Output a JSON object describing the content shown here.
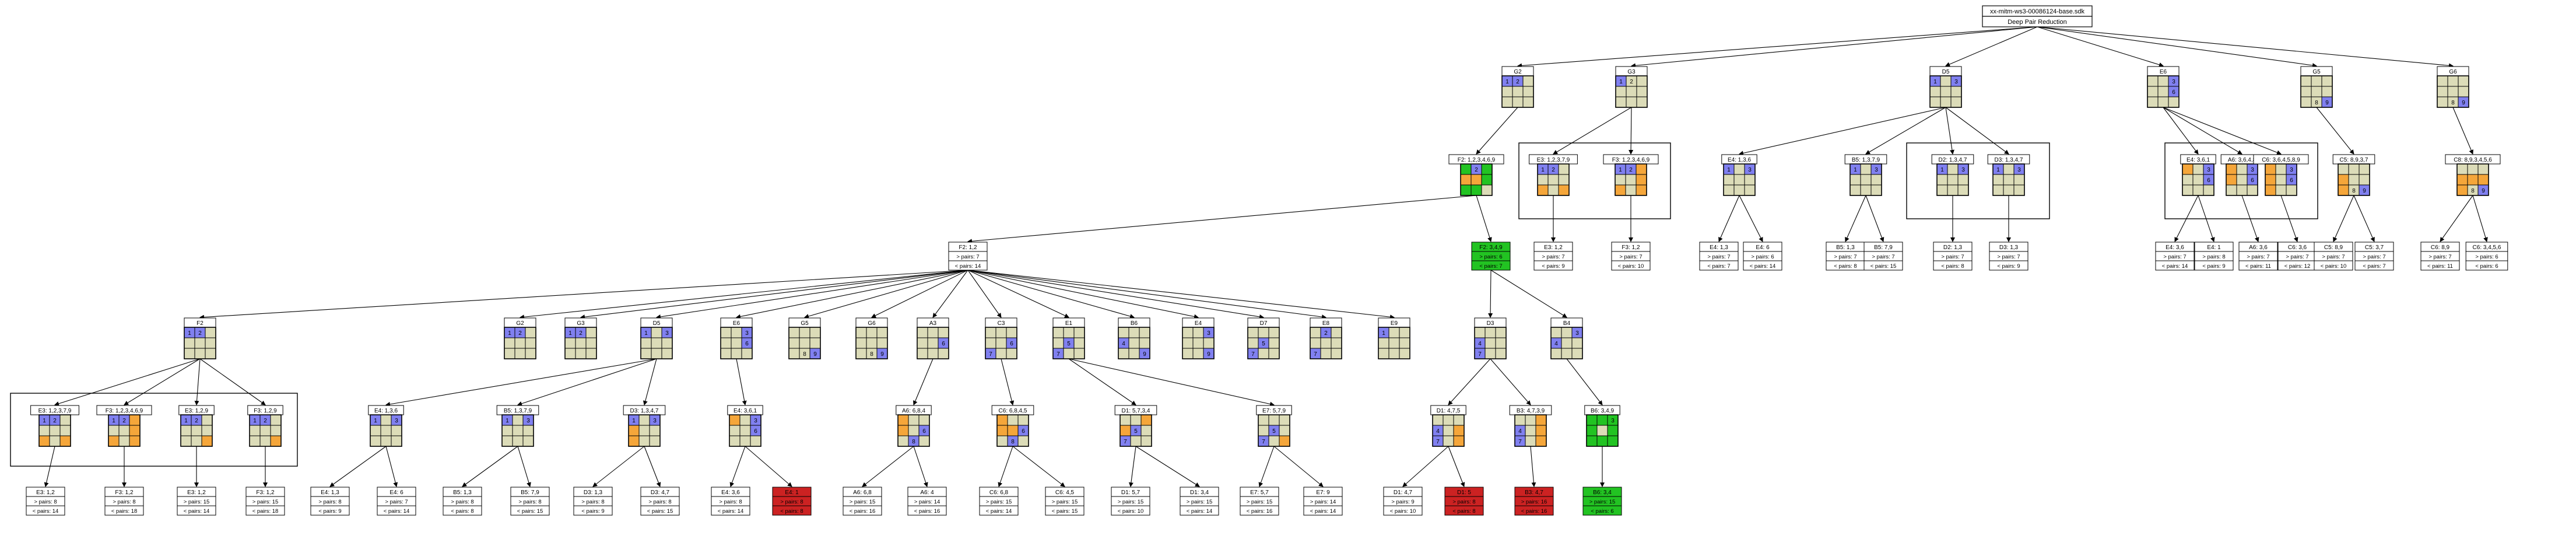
{
  "colors": {
    "blank": "#dcdcb8",
    "blue": "#8080f0",
    "orange": "#f5a63a",
    "green": "#22c322",
    "red": "#cc2222",
    "line": "#000000"
  },
  "root": {
    "title": "xx-mitm-ws3-00086124-base.sdk",
    "subtitle": "Deep Pair Reduction"
  },
  "nodes": [
    {
      "id": "G2a",
      "title": "G2",
      "grid": [
        "bb.",
        "...",
        "..."
      ],
      "nums": {
        "0": "1",
        "1": "2"
      }
    },
    {
      "id": "G3a",
      "title": "G3",
      "grid": [
        "b..",
        "...",
        "..."
      ],
      "nums": {
        "0": "1",
        "1": "2"
      }
    },
    {
      "id": "D5a",
      "title": "D5",
      "grid": [
        "b.b",
        "...",
        "..."
      ],
      "nums": {
        "0": "1",
        "2": "3"
      }
    },
    {
      "id": "E6a",
      "title": "E6",
      "grid": [
        "..b",
        "..b",
        "..."
      ],
      "nums": {
        "2": "3",
        "5": "6"
      }
    },
    {
      "id": "G5a",
      "title": "G5",
      "grid": [
        "...",
        "...",
        "..b"
      ],
      "nums": {
        "7": "8",
        "8": "9"
      }
    },
    {
      "id": "G6a",
      "title": "G6",
      "grid": [
        "...",
        "...",
        "..b"
      ],
      "nums": {
        "7": "8",
        "8": "9"
      }
    },
    {
      "id": "F2big",
      "title": "F2: 1,2,3,4,6,9",
      "grid": [
        "gbg",
        "oog",
        "gg."
      ],
      "nums": {
        "1": "2"
      }
    },
    {
      "id": "E3_13",
      "title": "E3: 1,2,3,7,9",
      "grid": [
        "bb.",
        "...",
        "o.o"
      ],
      "nums": {
        "0": "1",
        "1": "2"
      }
    },
    {
      "id": "F3_13",
      "title": "F3: 1,2,3,4,6,9",
      "grid": [
        "bbo",
        "..o",
        "o.o"
      ],
      "nums": {
        "0": "1",
        "1": "2"
      }
    },
    {
      "id": "E4_136",
      "title": "E4: 1,3,6",
      "grid": [
        "b.b",
        "...",
        "..."
      ],
      "nums": {
        "0": "1",
        "2": "3"
      }
    },
    {
      "id": "B5_1379",
      "title": "B5: 1,3,7,9",
      "grid": [
        "b.b",
        "...",
        "..."
      ],
      "nums": {
        "0": "1",
        "2": "3"
      }
    },
    {
      "id": "D2_1347",
      "title": "D2: 1,3,4,7",
      "grid": [
        "b.b",
        "...",
        "..."
      ],
      "nums": {
        "0": "1",
        "2": "3"
      }
    },
    {
      "id": "D3_1347",
      "title": "D3: 1,3,4,7",
      "grid": [
        "b.b",
        "...",
        "..."
      ],
      "nums": {
        "0": "1",
        "2": "3"
      }
    },
    {
      "id": "E4_361",
      "title": "E4: 3,6,1",
      "grid": [
        "o.b",
        "..b",
        "..."
      ],
      "nums": {
        "2": "3",
        "5": "6"
      }
    },
    {
      "id": "A6_3648",
      "title": "A6: 3,6,4,8",
      "grid": [
        "o.b",
        "o.b",
        "..."
      ],
      "nums": {
        "2": "3",
        "5": "6"
      }
    },
    {
      "id": "C6_3648",
      "title": "C6: 3,6,4,5,8,9",
      "grid": [
        "o.b",
        "o.b",
        "o.."
      ],
      "nums": {
        "2": "3",
        "5": "6"
      }
    },
    {
      "id": "C5_8937",
      "title": "C5: 8,9,3,7",
      "grid": [
        "...",
        "o..",
        "o.b"
      ],
      "nums": {
        "7": "8",
        "8": "9"
      }
    },
    {
      "id": "C8_8934",
      "title": "C8: 8,9,3,4,5,6",
      "grid": [
        "...",
        "ooo",
        "o.b"
      ],
      "nums": {
        "7": "8",
        "8": "9"
      }
    },
    {
      "id": "F2_12",
      "title": "F2: 1,2",
      "rows": [
        "> pairs: 7",
        "< pairs: 14"
      ],
      "fill": "white"
    },
    {
      "id": "F2_349",
      "title": "F2: 3,4,9",
      "rows": [
        "> pairs: 6",
        "< pairs: 7"
      ],
      "fill": "green"
    },
    {
      "id": "L_E3_12",
      "title": "E3: 1,2",
      "rows": [
        "> pairs: 7",
        "< pairs: 9"
      ],
      "fill": "white"
    },
    {
      "id": "L_F3_12",
      "title": "F3: 1,2",
      "rows": [
        "> pairs: 7",
        "< pairs: 10"
      ],
      "fill": "white"
    },
    {
      "id": "L_E4_13",
      "title": "E4: 1,3",
      "rows": [
        "> pairs: 7",
        "< pairs: 7"
      ],
      "fill": "white"
    },
    {
      "id": "L_E4_6",
      "title": "E4: 6",
      "rows": [
        "> pairs: 6",
        "< pairs: 14"
      ],
      "fill": "white"
    },
    {
      "id": "L_B5_13",
      "title": "B5: 1,3",
      "rows": [
        "> pairs: 7",
        "< pairs: 8"
      ],
      "fill": "white"
    },
    {
      "id": "L_B5_79",
      "title": "B5: 7,9",
      "rows": [
        "> pairs: 7",
        "< pairs: 15"
      ],
      "fill": "white"
    },
    {
      "id": "L_D2_13",
      "title": "D2: 1,3",
      "rows": [
        "> pairs: 7",
        "< pairs: 8"
      ],
      "fill": "white"
    },
    {
      "id": "L_D3_13",
      "title": "D3: 1,3",
      "rows": [
        "> pairs: 7",
        "< pairs: 9"
      ],
      "fill": "white"
    },
    {
      "id": "L_E4_36",
      "title": "E4: 3,6",
      "rows": [
        "> pairs: 7",
        "< pairs: 14"
      ],
      "fill": "white"
    },
    {
      "id": "L_E4_1",
      "title": "E4: 1",
      "rows": [
        "> pairs: 8",
        "< pairs: 9"
      ],
      "fill": "white"
    },
    {
      "id": "L_A6_36",
      "title": "A6: 3,6",
      "rows": [
        "> pairs: 7",
        "< pairs: 11"
      ],
      "fill": "white"
    },
    {
      "id": "L_C6_36",
      "title": "C6: 3,6",
      "rows": [
        "> pairs: 7",
        "< pairs: 12"
      ],
      "fill": "white"
    },
    {
      "id": "L_C5_89",
      "title": "C5: 8,9",
      "rows": [
        "> pairs: 7",
        "< pairs: 10"
      ],
      "fill": "white"
    },
    {
      "id": "L_C5_37",
      "title": "C5: 3,7",
      "rows": [
        "> pairs: 7",
        "< pairs: 7"
      ],
      "fill": "white"
    },
    {
      "id": "L_C6_89",
      "title": "C6: 8,9",
      "rows": [
        "> pairs: 7",
        "< pairs: 11"
      ],
      "fill": "white"
    },
    {
      "id": "L_C6_3456",
      "title": "C6: 3,4,5,6",
      "rows": [
        "> pairs: 6",
        "< pairs: 6"
      ],
      "fill": "white"
    },
    {
      "id": "F2b",
      "title": "F2",
      "grid": [
        "bb.",
        "...",
        "..."
      ],
      "nums": {
        "0": "1",
        "1": "2"
      }
    },
    {
      "id": "G2b",
      "title": "G2",
      "grid": [
        "bb.",
        "...",
        "..."
      ],
      "nums": {
        "0": "1",
        "1": "2"
      }
    },
    {
      "id": "G3b",
      "title": "G3",
      "grid": [
        "bb.",
        "...",
        "..."
      ],
      "nums": {
        "0": "1",
        "1": "2"
      }
    },
    {
      "id": "D5b",
      "title": "D5",
      "grid": [
        "b.b",
        "...",
        "..."
      ],
      "nums": {
        "0": "1",
        "2": "3"
      }
    },
    {
      "id": "E6b",
      "title": "E6",
      "grid": [
        "..b",
        "..b",
        "..."
      ],
      "nums": {
        "2": "3",
        "5": "6"
      }
    },
    {
      "id": "G5b",
      "title": "G5",
      "grid": [
        "...",
        "...",
        "..b"
      ],
      "nums": {
        "7": "8",
        "8": "9"
      }
    },
    {
      "id": "G6b",
      "title": "G6",
      "grid": [
        "...",
        "...",
        "..b"
      ],
      "nums": {
        "7": "8",
        "8": "9"
      }
    },
    {
      "id": "A3",
      "title": "A3",
      "grid": [
        "...",
        "..b",
        "..."
      ],
      "nums": {
        "5": "6"
      }
    },
    {
      "id": "C3",
      "title": "C3",
      "grid": [
        "...",
        "..b",
        "b.."
      ],
      "nums": {
        "5": "6",
        "6": "7"
      }
    },
    {
      "id": "E1",
      "title": "E1",
      "grid": [
        "...",
        ".b.",
        "b.."
      ],
      "nums": {
        "4": "5",
        "6": "7"
      }
    },
    {
      "id": "B6",
      "title": "B6",
      "grid": [
        "...",
        "b..",
        "..b"
      ],
      "nums": {
        "3": "4",
        "8": "9"
      }
    },
    {
      "id": "E4b",
      "title": "E4",
      "grid": [
        "..b",
        "...",
        "..b"
      ],
      "nums": {
        "2": "3",
        "8": "9"
      }
    },
    {
      "id": "D7",
      "title": "D7",
      "grid": [
        "...",
        ".b.",
        "b.."
      ],
      "nums": {
        "4": "5",
        "6": "7"
      }
    },
    {
      "id": "E8",
      "title": "E8",
      "grid": [
        ".b.",
        "...",
        "b.."
      ],
      "nums": {
        "1": "2",
        "6": "7"
      }
    },
    {
      "id": "E9",
      "title": "E9",
      "grid": [
        "b..",
        "...",
        "..."
      ],
      "nums": {
        "0": "1"
      }
    },
    {
      "id": "D3b",
      "title": "D3",
      "grid": [
        "...",
        "b..",
        "b.."
      ],
      "nums": {
        "3": "4",
        "6": "7"
      }
    },
    {
      "id": "B4",
      "title": "B4",
      "grid": [
        "..b",
        "b..",
        "..."
      ],
      "nums": {
        "2": "3",
        "3": "4"
      }
    },
    {
      "id": "E3_b",
      "title": "E3: 1,2,3,7,9",
      "grid": [
        "bb.",
        "...",
        "o.o"
      ],
      "nums": {
        "0": "1",
        "1": "2"
      }
    },
    {
      "id": "F3_b",
      "title": "F3: 1,2,3,4,6,9",
      "grid": [
        "bbo",
        "..o",
        "o.o"
      ],
      "nums": {
        "0": "1",
        "1": "2"
      }
    },
    {
      "id": "E3_129",
      "title": "E3: 1,2,9",
      "grid": [
        "bb.",
        "...",
        "..o"
      ],
      "nums": {
        "0": "1",
        "1": "2"
      }
    },
    {
      "id": "F3_129",
      "title": "F3: 1,2,9",
      "grid": [
        "bb.",
        "...",
        "..o"
      ],
      "nums": {
        "0": "1",
        "1": "2"
      }
    },
    {
      "id": "E4_136b",
      "title": "E4: 1,3,6",
      "grid": [
        "b.b",
        "...",
        "..."
      ],
      "nums": {
        "0": "1",
        "2": "3"
      }
    },
    {
      "id": "B5_1379b",
      "title": "B5: 1,3,7,9",
      "grid": [
        "b.b",
        "...",
        "..."
      ],
      "nums": {
        "0": "1",
        "2": "3"
      }
    },
    {
      "id": "D3_1347b",
      "title": "D3: 1,3,4,7",
      "grid": [
        "b.b",
        "o..",
        "o.."
      ],
      "nums": {
        "0": "1",
        "2": "3"
      }
    },
    {
      "id": "E4_361b",
      "title": "E4: 3,6,1",
      "grid": [
        "o.b",
        "..b",
        "..."
      ],
      "nums": {
        "2": "3",
        "5": "6"
      }
    },
    {
      "id": "A6_648",
      "title": "A6: 6,8,4",
      "grid": [
        "o..",
        "o.b",
        ".b."
      ],
      "nums": {
        "5": "6",
        "7": "8"
      }
    },
    {
      "id": "C6_6845",
      "title": "C6: 6,8,4,5",
      "grid": [
        "o..",
        "oob",
        ".b."
      ],
      "nums": {
        "5": "6",
        "7": "8"
      }
    },
    {
      "id": "D1_5734",
      "title": "D1: 5,7,3,4",
      "grid": [
        "..o",
        "ob.",
        "b.."
      ],
      "nums": {
        "4": "5",
        "6": "7"
      }
    },
    {
      "id": "E7_5779",
      "title": "E7: 5,7,9",
      "grid": [
        "...",
        ".b.",
        "b.o"
      ],
      "nums": {
        "4": "5",
        "6": "7"
      }
    },
    {
      "id": "D1_475",
      "title": "D1: 4,7,5",
      "grid": [
        "...",
        "b.o",
        "b.o"
      ],
      "nums": {
        "3": "4",
        "6": "7"
      }
    },
    {
      "id": "B3_4739",
      "title": "B3: 4,7,3,9",
      "grid": [
        "..o",
        "b.o",
        "b.o"
      ],
      "nums": {
        "3": "4",
        "6": "7"
      }
    },
    {
      "id": "B6_349",
      "title": "B6: 3,4,9",
      "grid": [
        "ggg",
        "g.g",
        "ggg"
      ],
      "nums": {
        "2": "3"
      }
    },
    {
      "id": "M_E3_12",
      "title": "E3: 1,2",
      "rows": [
        "> pairs: 8",
        "< pairs: 14"
      ],
      "fill": "white"
    },
    {
      "id": "M_F3_12",
      "title": "F3: 1,2",
      "rows": [
        "> pairs: 8",
        "< pairs: 18"
      ],
      "fill": "white"
    },
    {
      "id": "M_E3_12b",
      "title": "E3: 1,2",
      "rows": [
        "> pairs: 15",
        "< pairs: 14"
      ],
      "fill": "white"
    },
    {
      "id": "M_F3_12b",
      "title": "F3: 1,2",
      "rows": [
        "> pairs: 15",
        "< pairs: 18"
      ],
      "fill": "white"
    },
    {
      "id": "M_E4_13",
      "title": "E4: 1,3",
      "rows": [
        "> pairs: 8",
        "< pairs: 9"
      ],
      "fill": "white"
    },
    {
      "id": "M_E4_6",
      "title": "E4: 6",
      "rows": [
        "> pairs: 7",
        "< pairs: 14"
      ],
      "fill": "white"
    },
    {
      "id": "M_B5_13",
      "title": "B5: 1,3",
      "rows": [
        "> pairs: 8",
        "< pairs: 8"
      ],
      "fill": "white"
    },
    {
      "id": "M_B5_79",
      "title": "B5: 7,9",
      "rows": [
        "> pairs: 8",
        "< pairs: 15"
      ],
      "fill": "white"
    },
    {
      "id": "M_D3_13",
      "title": "D3: 1,3",
      "rows": [
        "> pairs: 8",
        "< pairs: 9"
      ],
      "fill": "white"
    },
    {
      "id": "M_D3_47",
      "title": "D3: 4,7",
      "rows": [
        "> pairs: 8",
        "< pairs: 15"
      ],
      "fill": "white"
    },
    {
      "id": "M_E4_36",
      "title": "E4: 3,6",
      "rows": [
        "> pairs: 8",
        "< pairs: 14"
      ],
      "fill": "white"
    },
    {
      "id": "M_E4_1",
      "title": "E4: 1",
      "rows": [
        "> pairs: 8",
        "< pairs: 8"
      ],
      "fill": "red"
    },
    {
      "id": "M_A6_68",
      "title": "A6: 6,8",
      "rows": [
        "> pairs: 15",
        "< pairs: 16"
      ],
      "fill": "white"
    },
    {
      "id": "M_A6_4",
      "title": "A6: 4",
      "rows": [
        "> pairs: 14",
        "< pairs: 16"
      ],
      "fill": "white"
    },
    {
      "id": "M_C6_68",
      "title": "C6: 6,8",
      "rows": [
        "> pairs: 15",
        "< pairs: 14"
      ],
      "fill": "white"
    },
    {
      "id": "M_C6_45",
      "title": "C6: 4,5",
      "rows": [
        "> pairs: 15",
        "< pairs: 15"
      ],
      "fill": "white"
    },
    {
      "id": "M_D1_57",
      "title": "D1: 5,7",
      "rows": [
        "> pairs: 15",
        "< pairs: 10"
      ],
      "fill": "white"
    },
    {
      "id": "M_D1_34",
      "title": "D1: 3,4",
      "rows": [
        "> pairs: 15",
        "< pairs: 14"
      ],
      "fill": "white"
    },
    {
      "id": "M_E7_57",
      "title": "E7: 5,7",
      "rows": [
        "> pairs: 15",
        "< pairs: 16"
      ],
      "fill": "white"
    },
    {
      "id": "M_E7_9",
      "title": "E7: 9",
      "rows": [
        "> pairs: 14",
        "< pairs: 14"
      ],
      "fill": "white"
    },
    {
      "id": "M_D1_47",
      "title": "D1: 4,7",
      "rows": [
        "> pairs: 9",
        "< pairs: 10"
      ],
      "fill": "white"
    },
    {
      "id": "M_D1_5",
      "title": "D1: 5",
      "rows": [
        "> pairs: 8",
        "< pairs: 8"
      ],
      "fill": "red"
    },
    {
      "id": "M_B3_47",
      "title": "B3: 4,7",
      "rows": [
        "> pairs: 16",
        "< pairs: 16"
      ],
      "fill": "red"
    },
    {
      "id": "M_B6_34",
      "title": "B6: 3,4",
      "rows": [
        "> pairs: 15",
        "< pairs: 6"
      ],
      "fill": "green"
    }
  ],
  "edges": [
    [
      "root",
      "G2a"
    ],
    [
      "root",
      "G3a"
    ],
    [
      "root",
      "D5a"
    ],
    [
      "root",
      "E6a"
    ],
    [
      "root",
      "G5a"
    ],
    [
      "root",
      "G6a"
    ],
    [
      "G2a",
      "F2big"
    ],
    [
      "G3a",
      "E3_13"
    ],
    [
      "G3a",
      "F3_13"
    ],
    [
      "D5a",
      "E4_136"
    ],
    [
      "D5a",
      "B5_1379"
    ],
    [
      "D5a",
      "D2_1347"
    ],
    [
      "D5a",
      "D3_1347"
    ],
    [
      "E6a",
      "E4_361"
    ],
    [
      "E6a",
      "A6_3648"
    ],
    [
      "E6a",
      "C6_3648"
    ],
    [
      "G5a",
      "C5_8937"
    ],
    [
      "G6a",
      "C8_8934"
    ],
    [
      "F2big",
      "F2_12"
    ],
    [
      "F2big",
      "F2_349"
    ],
    [
      "E3_13",
      "L_E3_12"
    ],
    [
      "F3_13",
      "L_F3_12"
    ],
    [
      "E4_136",
      "L_E4_13"
    ],
    [
      "E4_136",
      "L_E4_6"
    ],
    [
      "B5_1379",
      "L_B5_13"
    ],
    [
      "B5_1379",
      "L_B5_79"
    ],
    [
      "D2_1347",
      "L_D2_13"
    ],
    [
      "D3_1347",
      "L_D3_13"
    ],
    [
      "E4_361",
      "L_E4_36"
    ],
    [
      "E4_361",
      "L_E4_1"
    ],
    [
      "A6_3648",
      "L_A6_36"
    ],
    [
      "C6_3648",
      "L_C6_36"
    ],
    [
      "C5_8937",
      "L_C5_89"
    ],
    [
      "C5_8937",
      "L_C5_37"
    ],
    [
      "C8_8934",
      "L_C6_89"
    ],
    [
      "C8_8934",
      "L_C6_3456"
    ],
    [
      "F2_12",
      "F2b"
    ],
    [
      "F2_12",
      "G2b"
    ],
    [
      "F2_12",
      "G3b"
    ],
    [
      "F2_12",
      "D5b"
    ],
    [
      "F2_12",
      "E6b"
    ],
    [
      "F2_12",
      "G5b"
    ],
    [
      "F2_12",
      "G6b"
    ],
    [
      "F2_12",
      "A3"
    ],
    [
      "F2_12",
      "C3"
    ],
    [
      "F2_12",
      "E1"
    ],
    [
      "F2_12",
      "B6"
    ],
    [
      "F2_12",
      "E4b"
    ],
    [
      "F2_12",
      "D7"
    ],
    [
      "F2_12",
      "E8"
    ],
    [
      "F2_12",
      "E9"
    ],
    [
      "F2_349",
      "D3b"
    ],
    [
      "F2_349",
      "B4"
    ],
    [
      "F2b",
      "E3_b"
    ],
    [
      "F2b",
      "F3_b"
    ],
    [
      "F2b",
      "E3_129"
    ],
    [
      "F2b",
      "F3_129"
    ],
    [
      "D5b",
      "E4_136b"
    ],
    [
      "D5b",
      "B5_1379b"
    ],
    [
      "D5b",
      "D3_1347b"
    ],
    [
      "E6b",
      "E4_361b"
    ],
    [
      "A3",
      "A6_648"
    ],
    [
      "C3",
      "C6_6845"
    ],
    [
      "E1",
      "D1_5734"
    ],
    [
      "E1",
      "E7_5779"
    ],
    [
      "D3b",
      "D1_475"
    ],
    [
      "D3b",
      "B3_4739"
    ],
    [
      "B4",
      "B6_349"
    ],
    [
      "E3_b",
      "M_E3_12"
    ],
    [
      "F3_b",
      "M_F3_12"
    ],
    [
      "E3_129",
      "M_E3_12b"
    ],
    [
      "F3_129",
      "M_F3_12b"
    ],
    [
      "E4_136b",
      "M_E4_13"
    ],
    [
      "E4_136b",
      "M_E4_6"
    ],
    [
      "B5_1379b",
      "M_B5_13"
    ],
    [
      "B5_1379b",
      "M_B5_79"
    ],
    [
      "D3_1347b",
      "M_D3_13"
    ],
    [
      "D3_1347b",
      "M_D3_47"
    ],
    [
      "E4_361b",
      "M_E4_36"
    ],
    [
      "E4_361b",
      "M_E4_1"
    ],
    [
      "A6_648",
      "M_A6_68"
    ],
    [
      "A6_648",
      "M_A6_4"
    ],
    [
      "C6_6845",
      "M_C6_68"
    ],
    [
      "C6_6845",
      "M_C6_45"
    ],
    [
      "D1_5734",
      "M_D1_57"
    ],
    [
      "D1_5734",
      "M_D1_34"
    ],
    [
      "E7_5779",
      "M_E7_57"
    ],
    [
      "E7_5779",
      "M_E7_9"
    ],
    [
      "D1_475",
      "M_D1_47"
    ],
    [
      "D1_475",
      "M_D1_5"
    ],
    [
      "B3_4739",
      "M_B3_47"
    ],
    [
      "B6_349",
      "M_B6_34"
    ]
  ]
}
